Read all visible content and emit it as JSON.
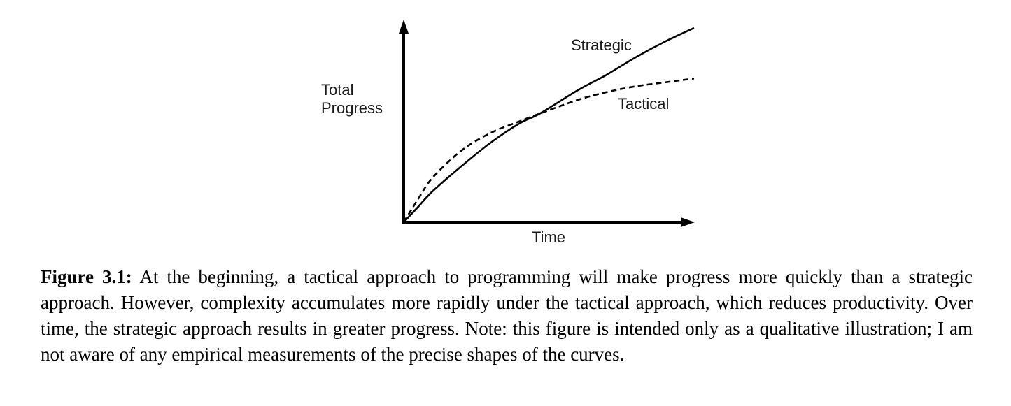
{
  "chart_data": {
    "type": "line",
    "title": "",
    "xlabel": "Time",
    "ylabel_lines": [
      "Total",
      "Progress"
    ],
    "xlim": [
      0,
      1
    ],
    "ylim": [
      0,
      1
    ],
    "grid": false,
    "legend": "inline labels",
    "series": [
      {
        "name": "Strategic",
        "style": "solid",
        "color": "#000000",
        "x": [
          0.0,
          0.05,
          0.1,
          0.2,
          0.3,
          0.4,
          0.47,
          0.6,
          0.7,
          0.8,
          0.9,
          1.0
        ],
        "y": [
          0.0,
          0.08,
          0.16,
          0.29,
          0.41,
          0.51,
          0.56,
          0.68,
          0.76,
          0.85,
          0.93,
          1.0
        ]
      },
      {
        "name": "Tactical",
        "style": "dashed",
        "color": "#000000",
        "x": [
          0.0,
          0.05,
          0.1,
          0.2,
          0.3,
          0.4,
          0.47,
          0.6,
          0.7,
          0.8,
          0.9,
          1.0
        ],
        "y": [
          0.0,
          0.12,
          0.23,
          0.37,
          0.46,
          0.52,
          0.56,
          0.63,
          0.67,
          0.7,
          0.72,
          0.74
        ]
      }
    ]
  },
  "caption": {
    "label": "Figure 3.1:",
    "text": " At the beginning, a tactical approach to programming will make progress more quickly than a strategic approach. However, complexity accumulates more rapidly under the tactical approach, which reduces productivity. Over time, the strategic approach results in greater progress. Note: this figure is intended only as a qualitative illustration; I am not aware of any empirical measurements of the precise shapes of the curves."
  }
}
